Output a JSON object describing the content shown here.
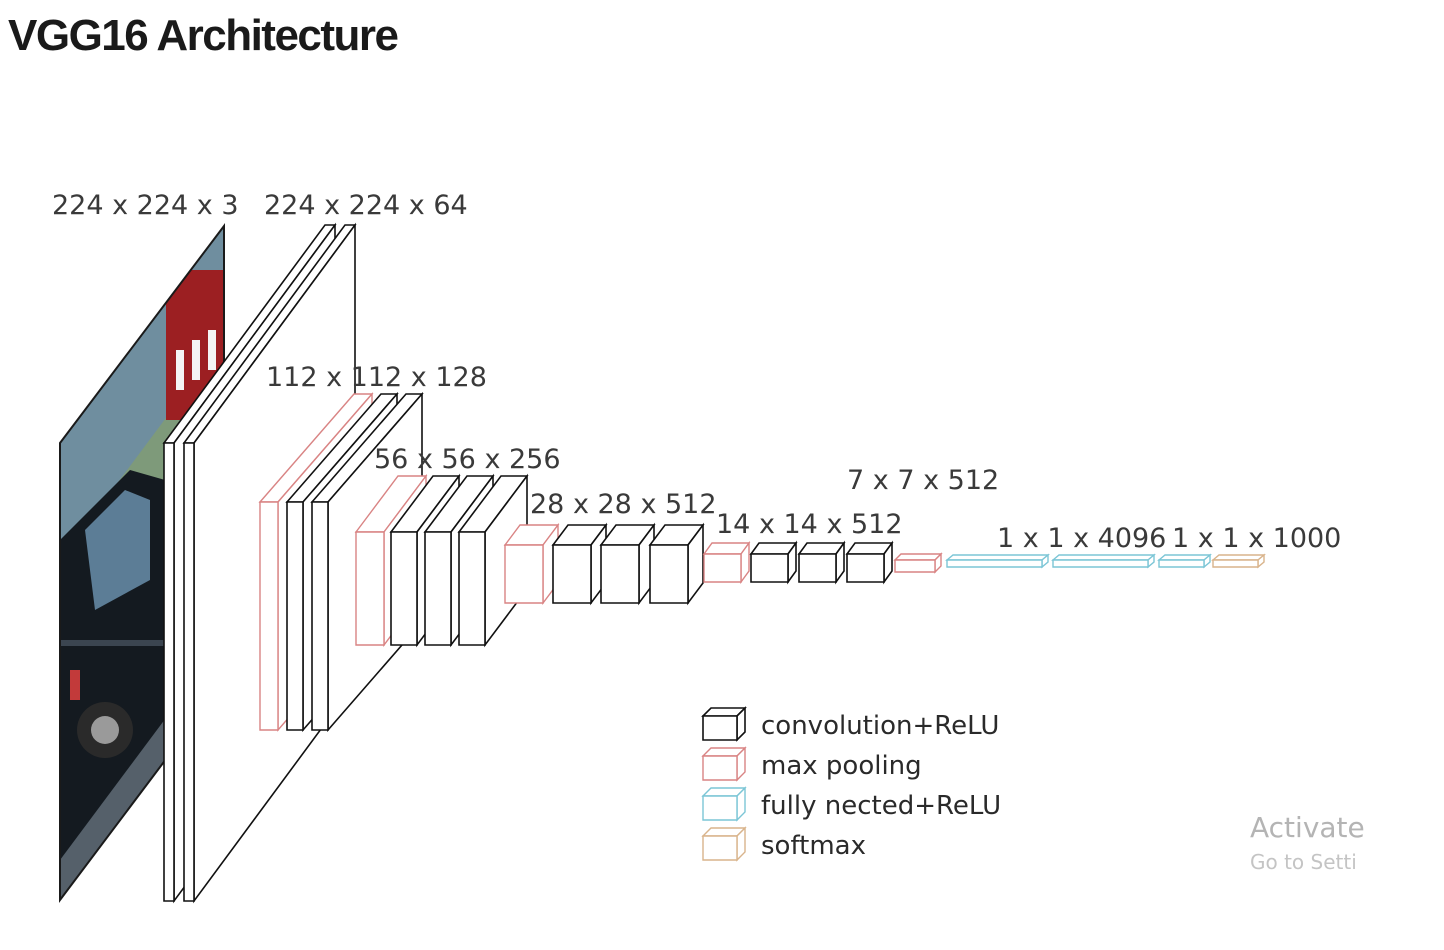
{
  "page": {
    "title": "VGG16 Architecture"
  },
  "diagram": {
    "input_image": {
      "description_icon": "car-photo-icon"
    },
    "dimension_labels": {
      "input": "224 x 224 x 3",
      "block1": "224 x 224 x 64",
      "block2": "112 x 112 x 128",
      "block3": "56 x 56 x 256",
      "block4": "28 x 28 x 512",
      "block5": "14 x 14 x 512",
      "pool5": "7 x 7 x 512",
      "fc": "1 x 1 x 4096",
      "softmax": "1 x 1 x 1000"
    },
    "legend": {
      "conv": "convolution+ReLU",
      "pool": "max pooling",
      "fc": "fully nected+ReLU",
      "softmax": "softmax"
    },
    "colors": {
      "conv": "#111111",
      "pool": "#d98484",
      "fc": "#7cc6d6",
      "softmax": "#d9b48c"
    }
  },
  "watermark": {
    "line1": "Activate",
    "line2": "Go to Setti"
  }
}
